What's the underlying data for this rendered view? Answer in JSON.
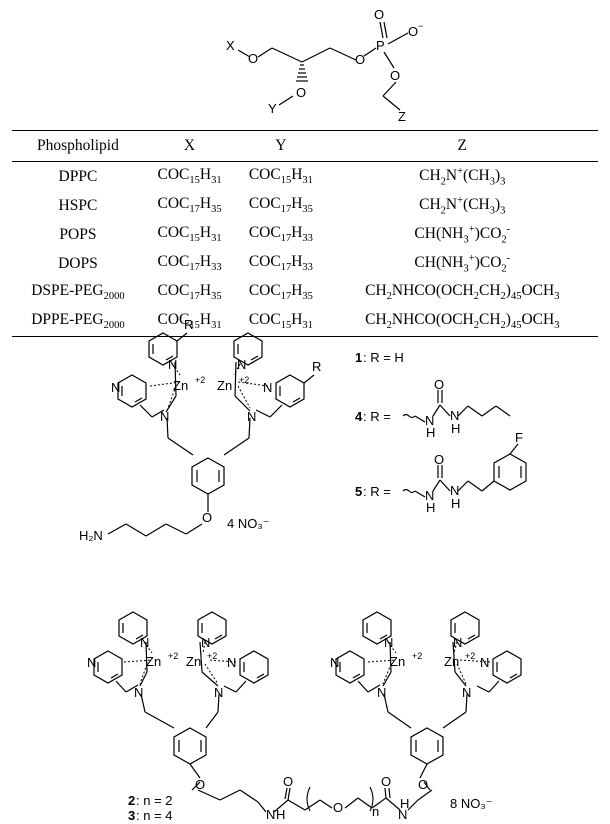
{
  "scaffold": {
    "x_label": "X",
    "y_label": "Y",
    "z_label": "Z",
    "o_atom": "O",
    "p_atom": "P",
    "o_minus": "O",
    "minus": "−"
  },
  "table": {
    "headers": [
      "Phospholipid",
      "X",
      "Y",
      "Z"
    ],
    "rows": [
      [
        "DPPC",
        "COC<sub>15</sub>H<sub>31</sub>",
        "COC<sub>15</sub>H<sub>31</sub>",
        "CH<sub>2</sub>N<sup>+</sup>(CH<sub>3</sub>)<sub>3</sub>"
      ],
      [
        "HSPC",
        "COC<sub>17</sub>H<sub>35</sub>",
        "COC<sub>17</sub>H<sub>35</sub>",
        "CH<sub>2</sub>N<sup>+</sup>(CH<sub>3</sub>)<sub>3</sub>"
      ],
      [
        "POPS",
        "COC<sub>15</sub>H<sub>31</sub>",
        "COC<sub>17</sub>H<sub>33</sub>",
        "CH(NH<sub>3</sub><sup>+</sup>)CO<sub>2</sub><sup>-</sup>"
      ],
      [
        "DOPS",
        "COC<sub>17</sub>H<sub>33</sub>",
        "COC<sub>17</sub>H<sub>33</sub>",
        "CH(NH<sub>3</sub><sup>+</sup>)CO<sub>2</sub><sup>-</sup>"
      ],
      [
        "DSPE-PEG<sub>2000</sub>",
        "COC<sub>17</sub>H<sub>35</sub>",
        "COC<sub>17</sub>H<sub>35</sub>",
        "CH<sub>2</sub>NHCO(OCH<sub>2</sub>CH<sub>2</sub>)<sub>45</sub>OCH<sub>3</sub>"
      ],
      [
        "DPPE-PEG<sub>2000</sub>",
        "COC<sub>15</sub>H<sub>31</sub>",
        "COC<sub>15</sub>H<sub>31</sub>",
        "CH<sub>2</sub>NHCO(OCH<sub>2</sub>CH<sub>2</sub>)<sub>45</sub>OCH<sub>3</sub>"
      ]
    ]
  },
  "complexes": {
    "zn": "Zn",
    "charge": "+2",
    "n_atom": "N",
    "r_label": "R",
    "h2n": "H₂N",
    "nitrate_4": "4 NO₃⁻",
    "nitrate_8": "8 NO₃⁻",
    "h_atom": "H",
    "f_atom": "F",
    "legend_1_num": "1",
    "legend_1_text": ": R = H",
    "legend_4_num": "4",
    "legend_4_text": ": R =",
    "legend_5_num": "5",
    "legend_5_text": ": R =",
    "legend_2_num": "2",
    "legend_2_text": ": n = 2",
    "legend_3_num": "3",
    "legend_3_text": ": n = 4",
    "repeat_n": "n"
  }
}
